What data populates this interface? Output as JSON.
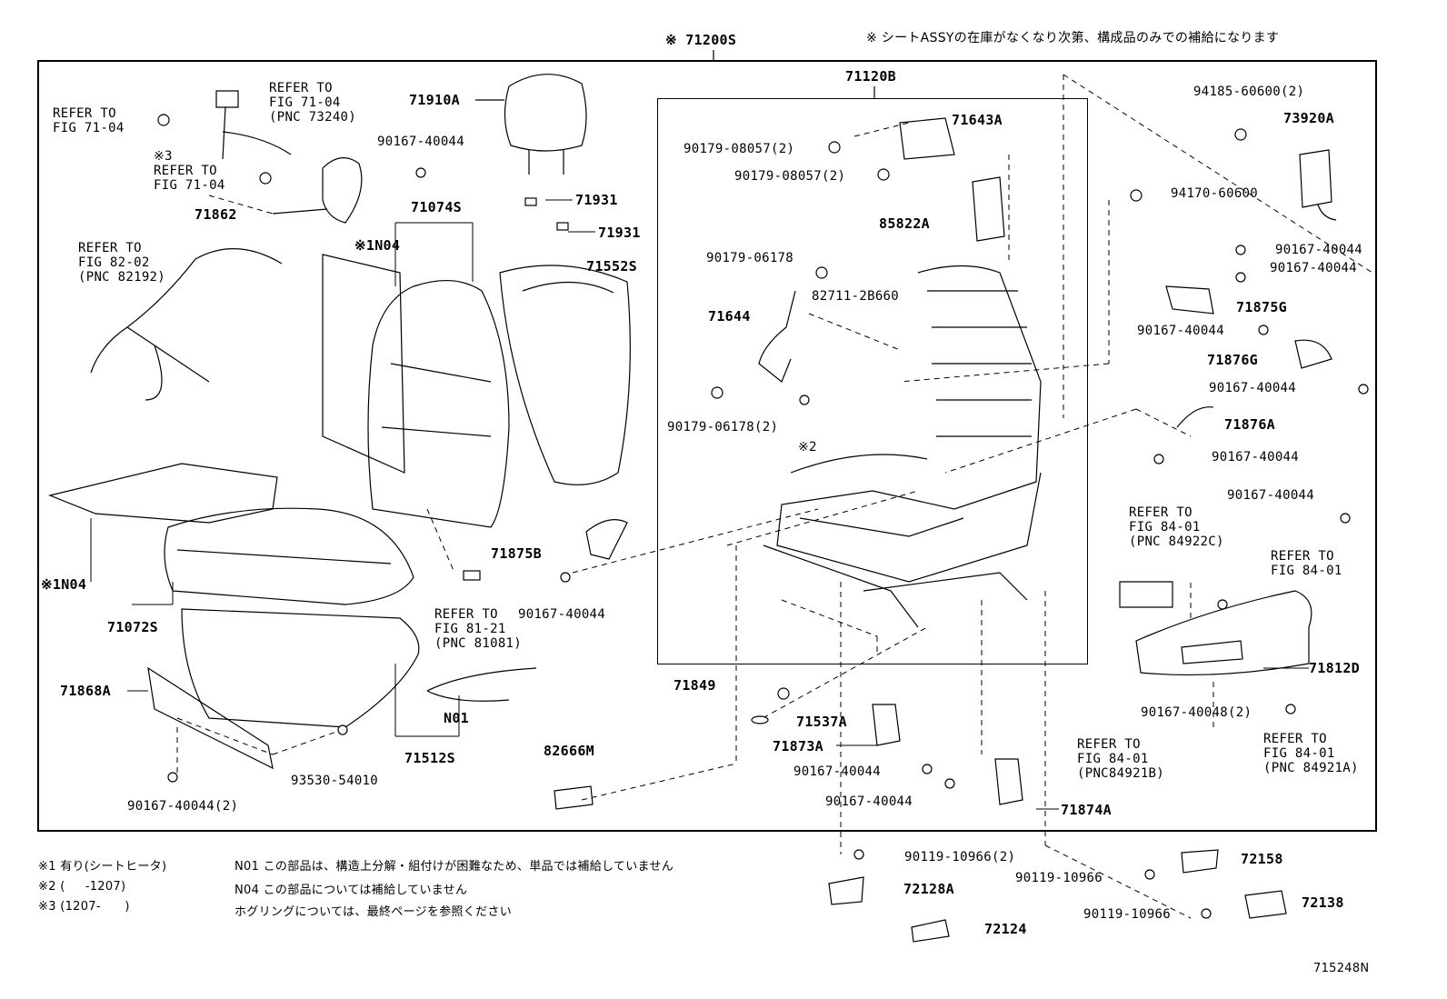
{
  "diagram": {
    "title": "※ 71200S",
    "top_note": "※ シートASSYの在庫がなくなり次第、構成品のみでの補給になります",
    "inner_box_label": "71120B",
    "figure_id": "715248N",
    "parts": {
      "p71910A": "71910A",
      "p71931a": "71931",
      "p71931b": "71931",
      "p71552S": "71552S",
      "p71074S": "71074S",
      "n04a": "※1N04",
      "n04b": "※1N04",
      "p71072S": "71072S",
      "p71868A": "71868A",
      "p71862": "71862",
      "p90167_a": "90167-40044",
      "p71875B": "71875B",
      "p90167_b": "90167-40044",
      "p71512S": "71512S",
      "n01": "N01",
      "p93530": "93530-54010",
      "p90167_c": "90167-40044(2)",
      "p82666M": "82666M",
      "p71849": "71849",
      "p71537A": "71537A",
      "p71873A": "71873A",
      "p90167_d": "90167-40044",
      "p90167_e": "90167-40044",
      "p71874A": "71874A",
      "p90119_a": "90119-10966(2)",
      "p72128A": "72128A",
      "p72124": "72124",
      "p90119_b": "90119-10966",
      "p72158": "72158",
      "p90119_c": "90119-10966",
      "p72138": "72138",
      "p71643A": "71643A",
      "p90179_a": "90179-08057(2)",
      "p90179_b": "90179-08057(2)",
      "p85822A": "85822A",
      "p90179_c": "90179-06178",
      "p82711": "82711-2B660",
      "p71644": "71644",
      "p90179_d": "90179-06178(2)",
      "s2": "※2",
      "p94185": "94185-60600(2)",
      "p73920A": "73920A",
      "p94170": "94170-60600",
      "p90167_f": "90167-40044",
      "p90167_g": "90167-40044",
      "p71875G": "71875G",
      "p90167_h": "90167-40044",
      "p71876G": "71876G",
      "p90167_i": "90167-40044",
      "p71876A": "71876A",
      "p90167_j": "90167-40044",
      "p90167_k": "90167-40044",
      "p71812D": "71812D",
      "p90167_l": "90167-40048(2)"
    },
    "refs": {
      "r1": "REFER TO\nFIG 71-04",
      "r2": "REFER TO\nFIG 71-04\n(PNC 73240)",
      "r3": "※3\nREFER TO\nFIG 71-04",
      "r4": "REFER TO\nFIG 82-02\n(PNC 82192)",
      "r5": "REFER TO\nFIG 81-21\n(PNC 81081)",
      "r6": "REFER TO\nFIG 84-01\n(PNC 84922C)",
      "r7": "REFER TO\nFIG 84-01",
      "r8": "REFER TO\nFIG 84-01\n(PNC84921B)",
      "r9": "REFER TO\nFIG 84-01\n(PNC 84921A)"
    },
    "footnotes": {
      "f1": "※1 有り(シートヒータ)",
      "f2": "※2 (     -1207)",
      "f3": "※3 (1207-      )",
      "f4": "N01 この部品は、構造上分解・組付けが困難なため、単品では補給していません",
      "f5": "N04 この部品については補給していません",
      "f6": "ホグリングについては、最終ページを参照ください"
    }
  }
}
